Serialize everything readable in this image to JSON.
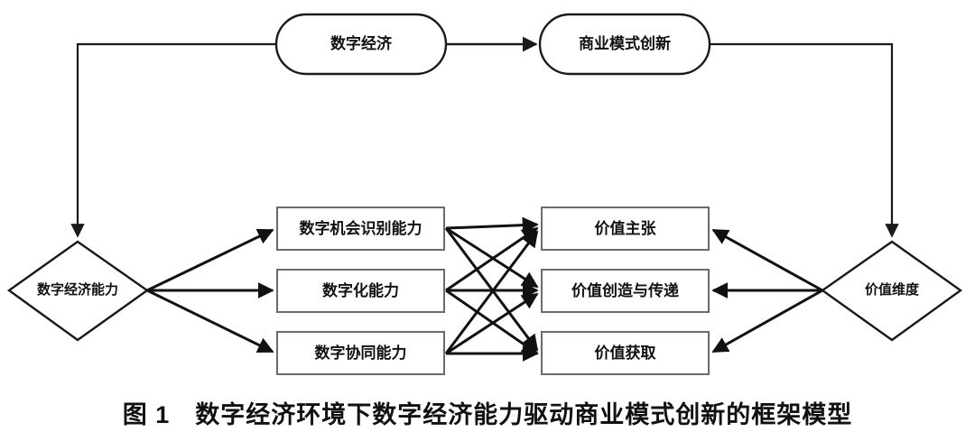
{
  "figure": {
    "caption_number": "图 1",
    "caption_text": "数字经济环境下数字经济能力驱动商业模式创新的框架模型",
    "caption_full": "图 1　数字经济环境下数字经济能力驱动商业模式创新的框架模型",
    "background_color": "#ffffff",
    "line_color": "#1a1a1a",
    "text_color": "#111111"
  },
  "nodes": {
    "top": [
      {
        "id": "digital-economy",
        "label": "数字经济",
        "shape": "rounded-rectangle"
      },
      {
        "id": "business-model-innovation",
        "label": "商业模式创新",
        "shape": "rounded-rectangle"
      }
    ],
    "diamonds": [
      {
        "id": "digital-economy-capability",
        "label": "数字经济能力",
        "shape": "diamond",
        "side": "left"
      },
      {
        "id": "value-dimension",
        "label": "价值维度",
        "shape": "diamond",
        "side": "right"
      }
    ],
    "capabilities": [
      {
        "id": "digital-opportunity-recognition",
        "label": "数字机会识别能力",
        "shape": "rectangle"
      },
      {
        "id": "digitalization-capability",
        "label": "数字化能力",
        "shape": "rectangle"
      },
      {
        "id": "digital-collaboration-capability",
        "label": "数字协同能力",
        "shape": "rectangle"
      }
    ],
    "values": [
      {
        "id": "value-proposition",
        "label": "价值主张",
        "shape": "rectangle"
      },
      {
        "id": "value-creation-delivery",
        "label": "价值创造与传递",
        "shape": "rectangle"
      },
      {
        "id": "value-capture",
        "label": "价值获取",
        "shape": "rectangle"
      }
    ]
  },
  "edges": [
    {
      "from": "digital-economy",
      "to": "business-model-innovation",
      "style": "straight-arrow"
    },
    {
      "from": "digital-economy",
      "to": "digital-economy-capability",
      "style": "orthogonal-arrow"
    },
    {
      "from": "business-model-innovation",
      "to": "value-dimension",
      "style": "orthogonal-arrow"
    },
    {
      "from": "digital-economy-capability",
      "to": "digital-opportunity-recognition",
      "style": "arrow"
    },
    {
      "from": "digital-economy-capability",
      "to": "digitalization-capability",
      "style": "arrow"
    },
    {
      "from": "digital-economy-capability",
      "to": "digital-collaboration-capability",
      "style": "arrow"
    },
    {
      "from": "value-dimension",
      "to": "value-proposition",
      "style": "arrow"
    },
    {
      "from": "value-dimension",
      "to": "value-creation-delivery",
      "style": "arrow"
    },
    {
      "from": "value-dimension",
      "to": "value-capture",
      "style": "arrow"
    },
    {
      "from": "digital-opportunity-recognition",
      "to": "value-proposition",
      "style": "arrow"
    },
    {
      "from": "digital-opportunity-recognition",
      "to": "value-creation-delivery",
      "style": "arrow"
    },
    {
      "from": "digital-opportunity-recognition",
      "to": "value-capture",
      "style": "arrow"
    },
    {
      "from": "digitalization-capability",
      "to": "value-proposition",
      "style": "arrow"
    },
    {
      "from": "digitalization-capability",
      "to": "value-creation-delivery",
      "style": "arrow"
    },
    {
      "from": "digitalization-capability",
      "to": "value-capture",
      "style": "arrow"
    },
    {
      "from": "digital-collaboration-capability",
      "to": "value-proposition",
      "style": "arrow"
    },
    {
      "from": "digital-collaboration-capability",
      "to": "value-creation-delivery",
      "style": "arrow"
    },
    {
      "from": "digital-collaboration-capability",
      "to": "value-capture",
      "style": "arrow"
    }
  ]
}
